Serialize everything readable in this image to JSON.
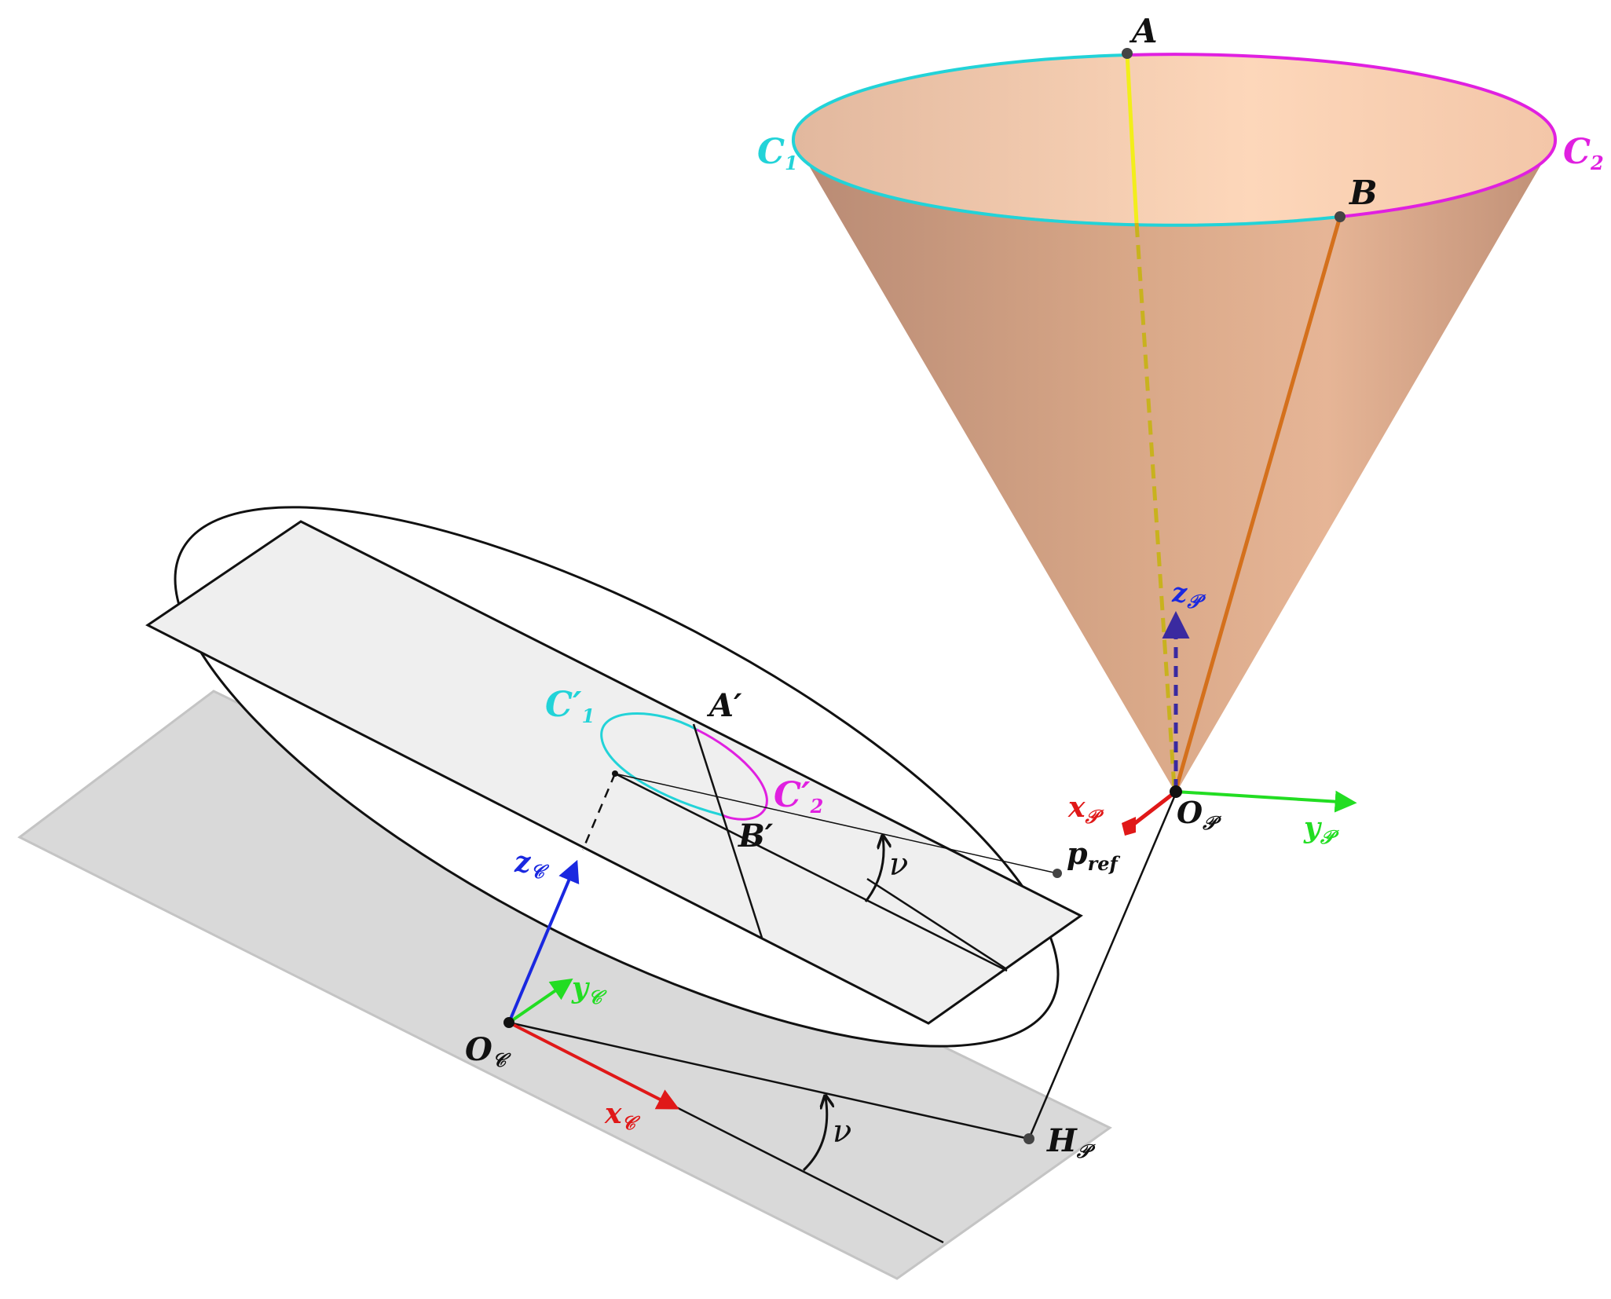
{
  "labels": {
    "A": "A",
    "B": "B",
    "C1": "C",
    "C1_sub": "1",
    "C2": "C",
    "C2_sub": "2",
    "A_prime": "A′",
    "B_prime": "B′",
    "C1_prime": "C′",
    "C1_prime_sub": "1",
    "C2_prime": "C′",
    "C2_prime_sub": "2",
    "nu_upper": "ν",
    "nu_lower": "ν",
    "z_P": "z",
    "z_P_sub": "𝒫",
    "x_P": "x",
    "x_P_sub": "𝒫",
    "y_P": "y",
    "y_P_sub": "𝒫",
    "O_P": "O",
    "O_P_sub": "𝒫",
    "p_ref": "p",
    "p_ref_sub": "ref",
    "z_C": "z",
    "z_C_sub": "𝒞",
    "y_C": "y",
    "y_C_sub": "𝒞",
    "O_C": "O",
    "O_C_sub": "𝒞",
    "x_C": "x",
    "x_C_sub": "𝒞",
    "H_P": "H",
    "H_P_sub": "𝒫"
  },
  "colors": {
    "cyan": "#22d3d8",
    "magenta": "#e020e0",
    "yellow": "#f2ee1a",
    "yellow_dashed": "#c8b21e",
    "orange": "#d4701c",
    "red": "#e01818",
    "green": "#22dd22",
    "blue": "#1a28e0",
    "indigo": "#3a2aa0",
    "cone_light": "#fcd8bc",
    "cone_dark": "#c0907a",
    "plane": "#d9d9d9",
    "panel": "#efefef",
    "ink": "#111111"
  }
}
